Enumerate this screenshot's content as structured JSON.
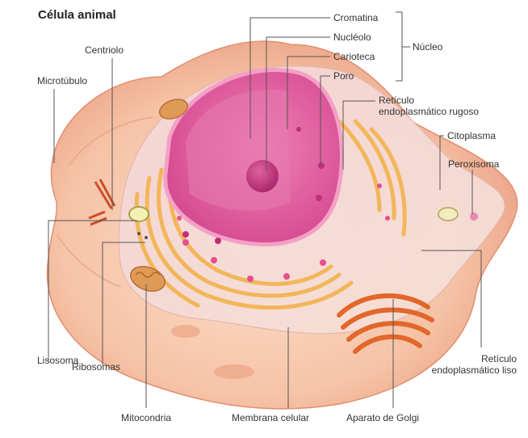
{
  "title": "Célula animal",
  "labels": {
    "cromatina": "Cromatina",
    "nucleolo": "Nucléolo",
    "carioteca": "Carioteca",
    "poro": "Poro",
    "nucleo": "Núcleo",
    "centriolo": "Centriolo",
    "microtubulo": "Microtúbulo",
    "reticulo_rugoso_1": "Retículo",
    "reticulo_rugoso_2": "endoplasmático rugoso",
    "citoplasma": "Citoplasma",
    "peroxisoma": "Peroxisoma",
    "lisosoma": "Lisosoma",
    "ribosomas": "Ribosomas",
    "mitocondria": "Mitocondria",
    "membrana": "Membrana celular",
    "golgi": "Aparato de Golgi",
    "reticulo_liso_1": "Retículo",
    "reticulo_liso_2": "endoplasmático liso"
  },
  "colors": {
    "cell_outer": "#f6c3a6",
    "cell_outer_edge": "#e79a78",
    "cytoplasm_cut": "#f8e6dc",
    "nucleus": "#e86aa8",
    "nucleus_inner": "#d94c92",
    "nucleolus": "#c02f7b",
    "er": "#f2b65a",
    "golgi": "#e2672b",
    "mitochondria": "#d98a4a",
    "leader_line": "#555555"
  }
}
